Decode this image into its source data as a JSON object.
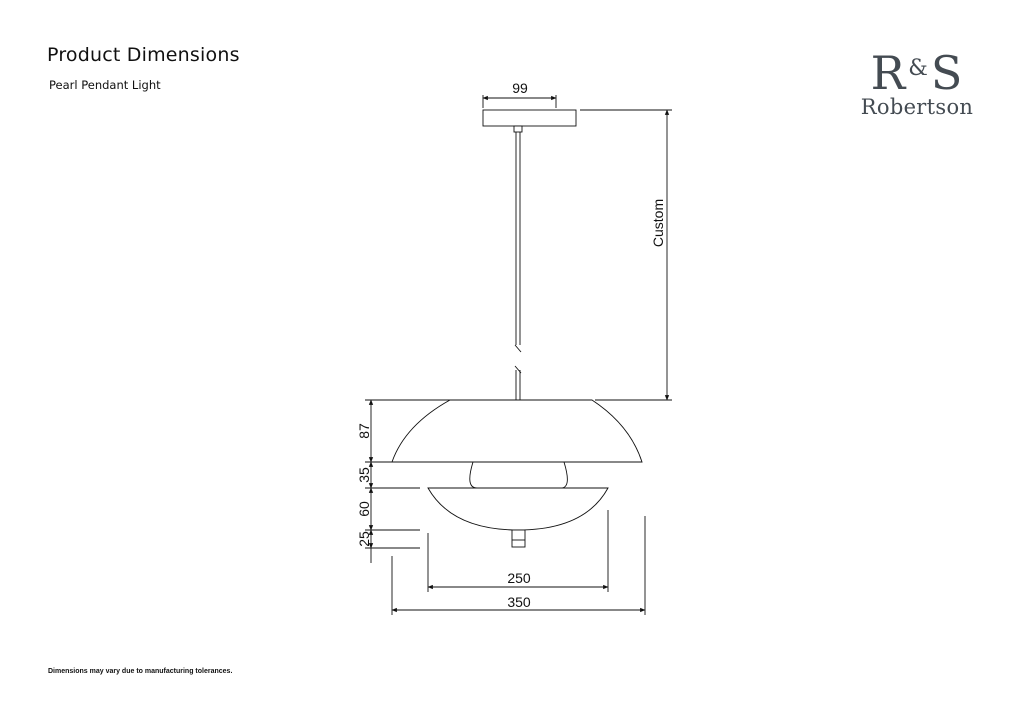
{
  "header": {
    "title": "Product Dimensions",
    "subtitle": "Pearl Pendant Light"
  },
  "brand": {
    "left": "R",
    "amp": "&",
    "right": "S",
    "name": "Robertson",
    "color": "#444b52"
  },
  "dimensions": {
    "canopy_width": "99",
    "drop": "Custom",
    "shade_height": "87",
    "bulb_gap": "35",
    "diffuser_height": "60",
    "bottom_cap": "25",
    "diffuser_width": "250",
    "shade_width": "350"
  },
  "footer": {
    "note": "Dimensions may vary due to manufacturing tolerances."
  }
}
